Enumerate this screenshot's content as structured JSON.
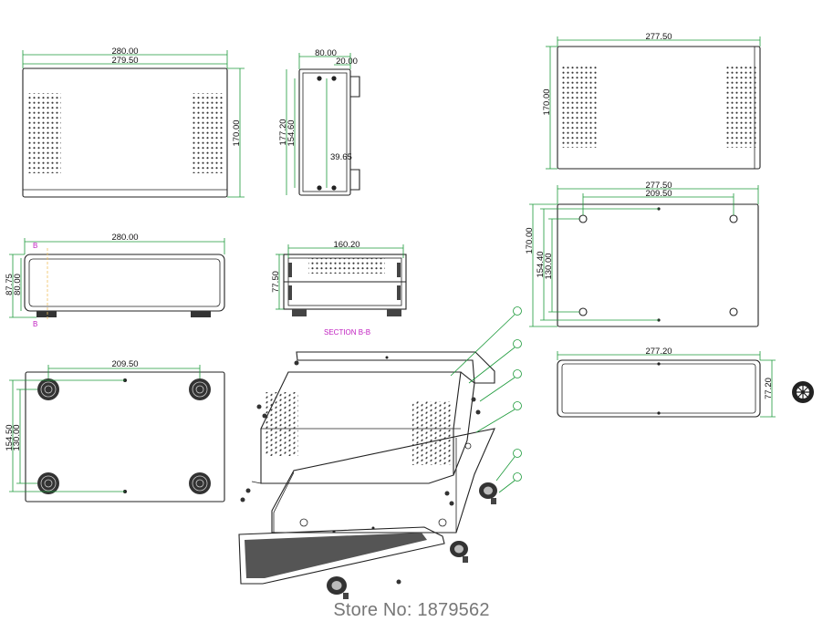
{
  "dimensions": {
    "front_width_outer": "280.00",
    "front_width_inner": "279.50",
    "front_height": "170.00",
    "side_depth": "80.00",
    "side_offset": "20.00",
    "side_height_outer": "177.20",
    "side_height_inner": "154.60",
    "side_mid": "39.65",
    "top_right_width": "277.50",
    "top_right_height": "170.00",
    "holes_width_outer": "277.50",
    "holes_width_inner": "209.50",
    "holes_height": "170.00",
    "holes_vert_1": "154.40",
    "holes_vert_2": "130.00",
    "front_panel_width": "280.00",
    "front_panel_height_outer": "87.75",
    "front_panel_height_inner": "80.00",
    "section_width": "160.20",
    "section_height": "77.50",
    "bottom_width": "209.50",
    "bottom_vert_1": "154.50",
    "bottom_vert_2": "130.00",
    "end_panel_width": "277.20",
    "end_panel_height": "77.20"
  },
  "labels": {
    "section_marker_top": "B",
    "section_marker_bottom": "B",
    "section_title": "SECTION  B-B"
  },
  "footer": {
    "store_text": "Store No: 1879562"
  },
  "colors": {
    "dimension_line": "#1c9a3a",
    "outline": "#222222",
    "section_label": "#c020c0",
    "callout": "#1c9a3a",
    "watermark": "#777777"
  }
}
